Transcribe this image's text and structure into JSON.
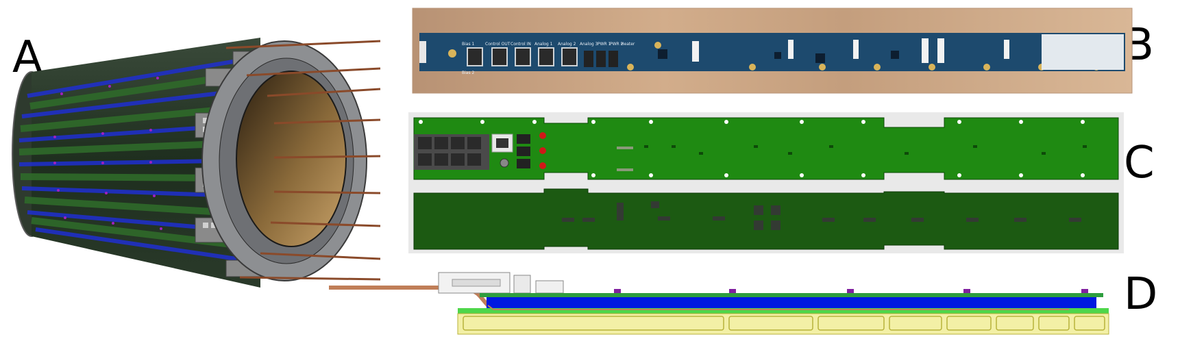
{
  "figure": {
    "panels": [
      {
        "id": "A",
        "label": "A",
        "content": "cylindrical detector assembly with readout boards"
      },
      {
        "id": "B",
        "label": "B",
        "content": "photograph of readout board"
      },
      {
        "id": "C",
        "label": "C",
        "content": "board layout render, top and bottom"
      },
      {
        "id": "D",
        "label": "D",
        "content": "side cross-section of board on module"
      }
    ],
    "board_b_connectors": [
      "Bias 1",
      "Control OUT",
      "Control IN",
      "Analog 1",
      "Analog 2",
      "Analog 3",
      "PWR 1",
      "PWR 2",
      "Heater"
    ],
    "board_b_secondary": [
      "Bias 2"
    ],
    "colors": {
      "pcb_blue": "#1d4a6e",
      "pcb_green": "#1f8a12",
      "pcb_dark_green": "#1c5a12",
      "module_blue": "#0018e0",
      "module_yellow": "#f3f0a6",
      "copper": "#b8744a",
      "wood": "#c9a07a"
    }
  }
}
